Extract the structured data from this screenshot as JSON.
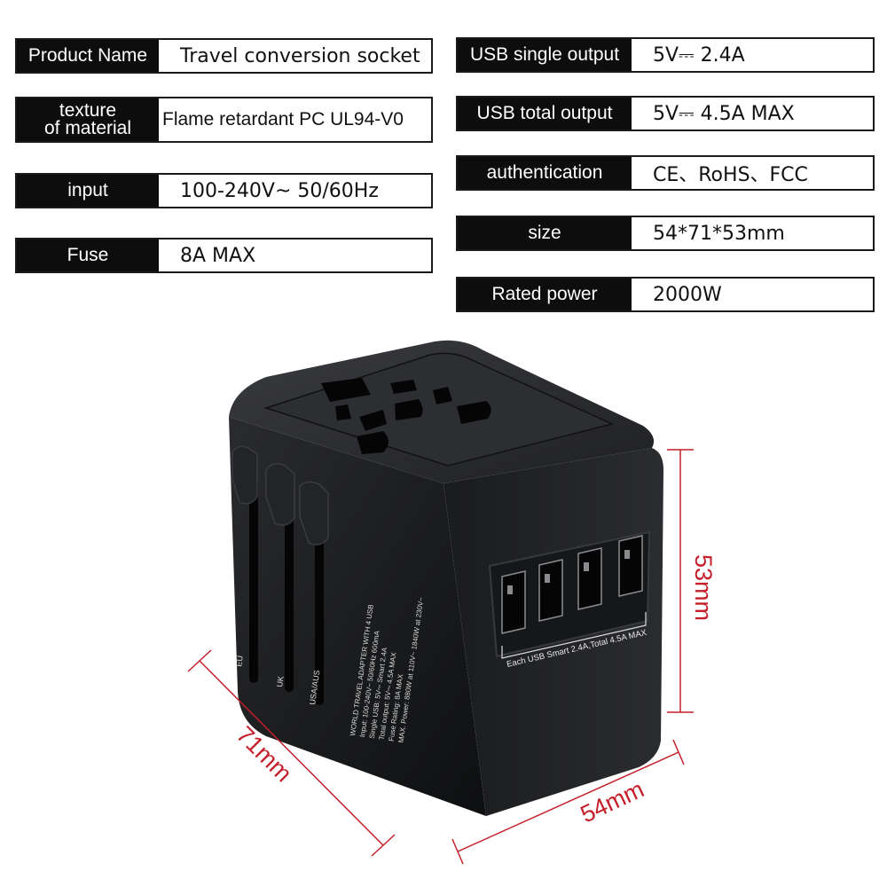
{
  "specs_left": [
    {
      "label": "Product Name",
      "value": "Travel conversion socket"
    },
    {
      "label_line1": "texture",
      "label_line2": "of material",
      "value": "Flame retardant PC UL94-V0"
    },
    {
      "label": "input",
      "value": "100-240V~ 50/60Hz"
    },
    {
      "label": "Fuse",
      "value": "8A MAX"
    }
  ],
  "specs_right": [
    {
      "label": "USB single output",
      "value": "5V⎓ 2.4A"
    },
    {
      "label": "USB total output",
      "value": "5V⎓ 4.5A MAX"
    },
    {
      "label": "authentication",
      "value": "CE、RoHS、FCC"
    },
    {
      "label": "size",
      "value": "54*71*53mm"
    },
    {
      "label": "Rated power",
      "value": "2000W"
    }
  ],
  "product": {
    "plug_labels": [
      "EU",
      "UK",
      "USA/AUS"
    ],
    "side_text": [
      "WORLD TRAVEL ADAPTER WITH 4 USB",
      "Input: 100-240V~ 50/60Hz 600mA",
      "Single USB: 5V⎓ Smart 2.4A",
      "Total output: 5V⎓ 4.5A MAX",
      "Fuse Rating: 8A MAX",
      "MAX. Power: 880W at 110V~ 1840W at 230V~"
    ],
    "usb_caption": "Each USB Smart 2.4A,Total 4.5A MAX",
    "accent_color": "#c41f2a",
    "body_color": "#1b1c1e"
  },
  "dimensions": {
    "height": "53mm",
    "depth": "71mm",
    "width": "54mm"
  }
}
